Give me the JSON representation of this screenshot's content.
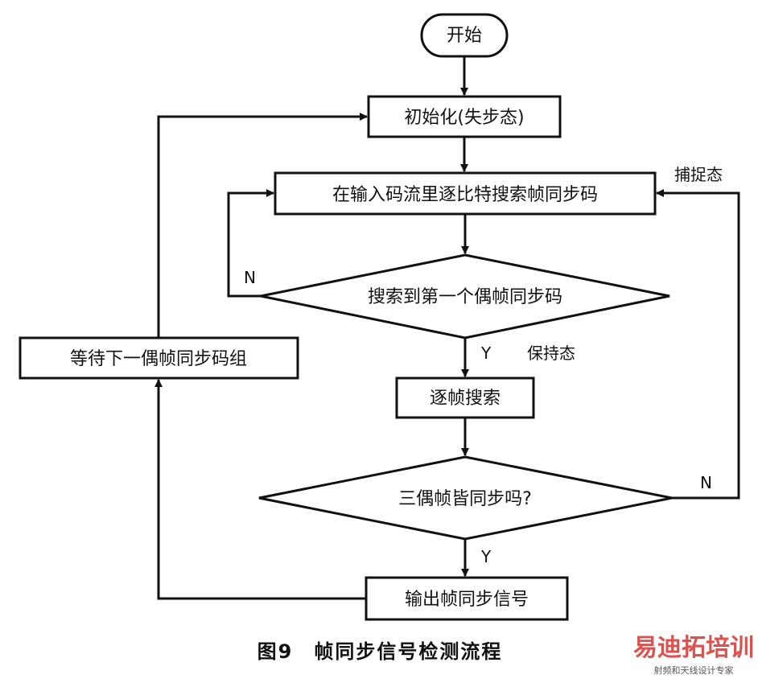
{
  "diagram": {
    "nodes": {
      "start": "开始",
      "init": "初始化(失步态)",
      "search_bit": "在输入码流里逐比特搜索帧同步码",
      "found_first": "搜索到第一个偶帧同步码",
      "frame_search": "逐帧搜索",
      "three_sync": "三偶帧皆同步吗?",
      "output_sync": "输出帧同步信号",
      "wait_next": "等待下一偶帧同步码组"
    },
    "edge_labels": {
      "capture_state": "捕捉态",
      "hold_state": "保持态",
      "no_1": "N",
      "yes_1": "Y",
      "no_2": "N",
      "yes_2": "Y"
    },
    "caption": "图9　帧同步信号检测流程"
  },
  "watermark": {
    "main": "易迪拓培训",
    "sub": "射频和天线设计专家"
  },
  "colors": {
    "line": "#111111",
    "watermark_main": "#d9534f",
    "watermark_sub": "#555555"
  }
}
